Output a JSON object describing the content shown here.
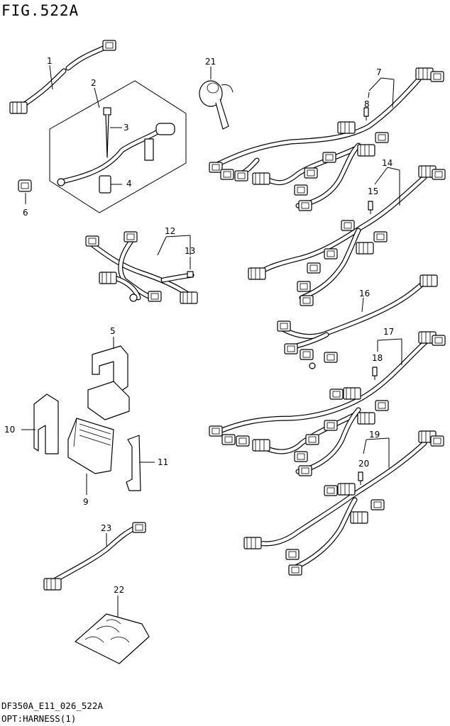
{
  "figure": {
    "title": "FIG.522A",
    "model_code": "DF350A_E11_026_522A",
    "caption": "OPT:HARNESS(1)"
  },
  "callouts": [
    "1",
    "2",
    "3",
    "4",
    "5",
    "6",
    "7",
    "8",
    "9",
    "10",
    "11",
    "12",
    "13",
    "14",
    "15",
    "16",
    "17",
    "18",
    "19",
    "20",
    "21",
    "22",
    "23"
  ]
}
